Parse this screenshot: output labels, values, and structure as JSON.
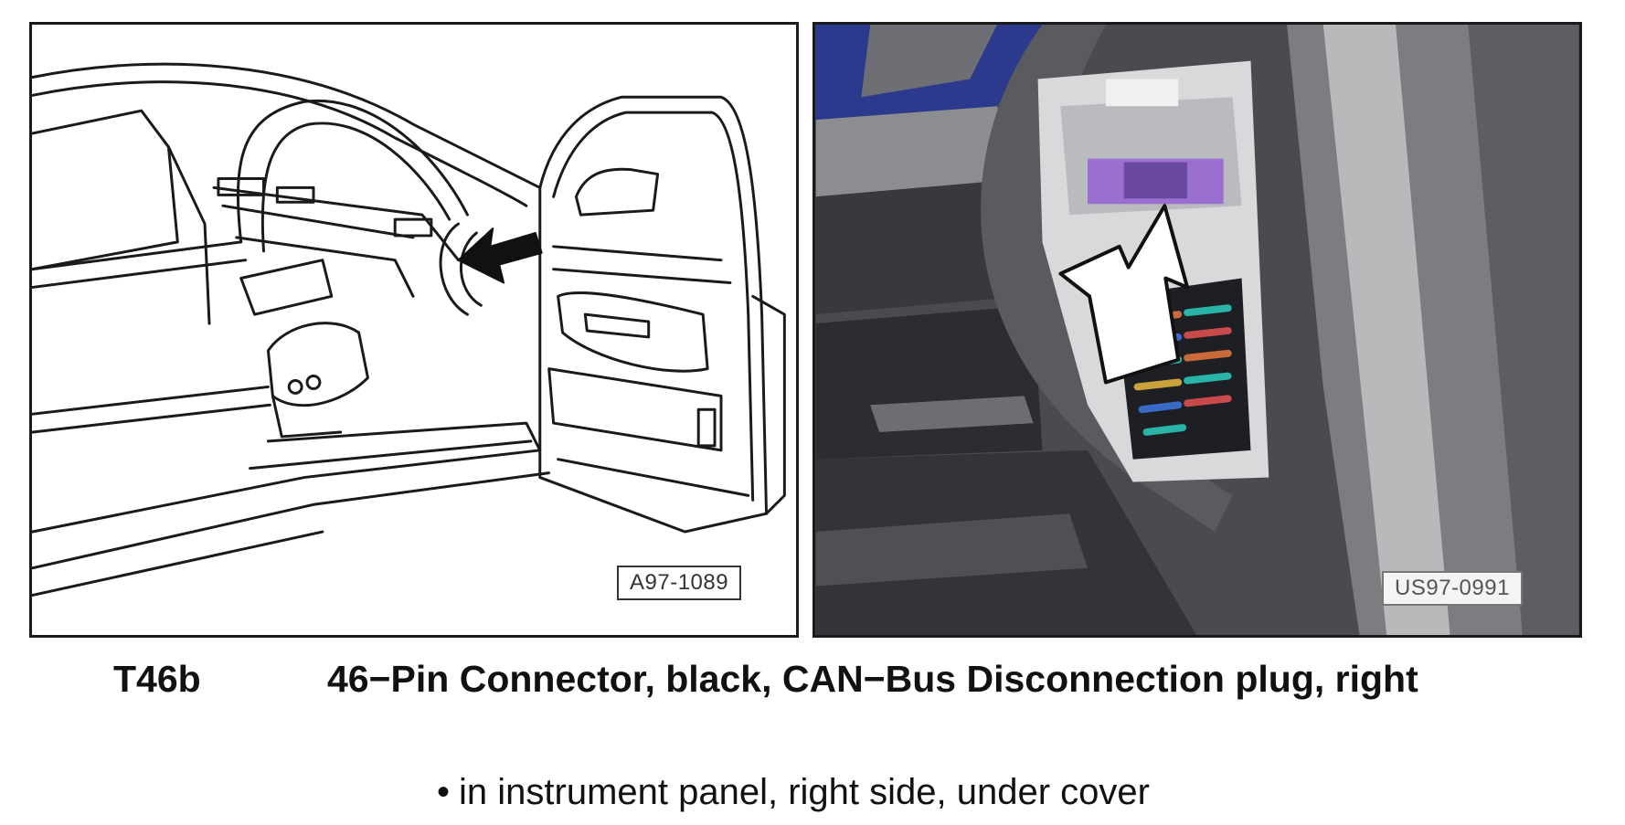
{
  "figures": {
    "left": {
      "ref_code": "A97-1089"
    },
    "right": {
      "ref_code": "US97-0991"
    }
  },
  "caption": {
    "code": "T46b",
    "description": "46−Pin Connector, black, CAN−Bus Disconnection plug, right"
  },
  "location": {
    "bullet": "•",
    "text": "in instrument panel, right side, under cover"
  }
}
